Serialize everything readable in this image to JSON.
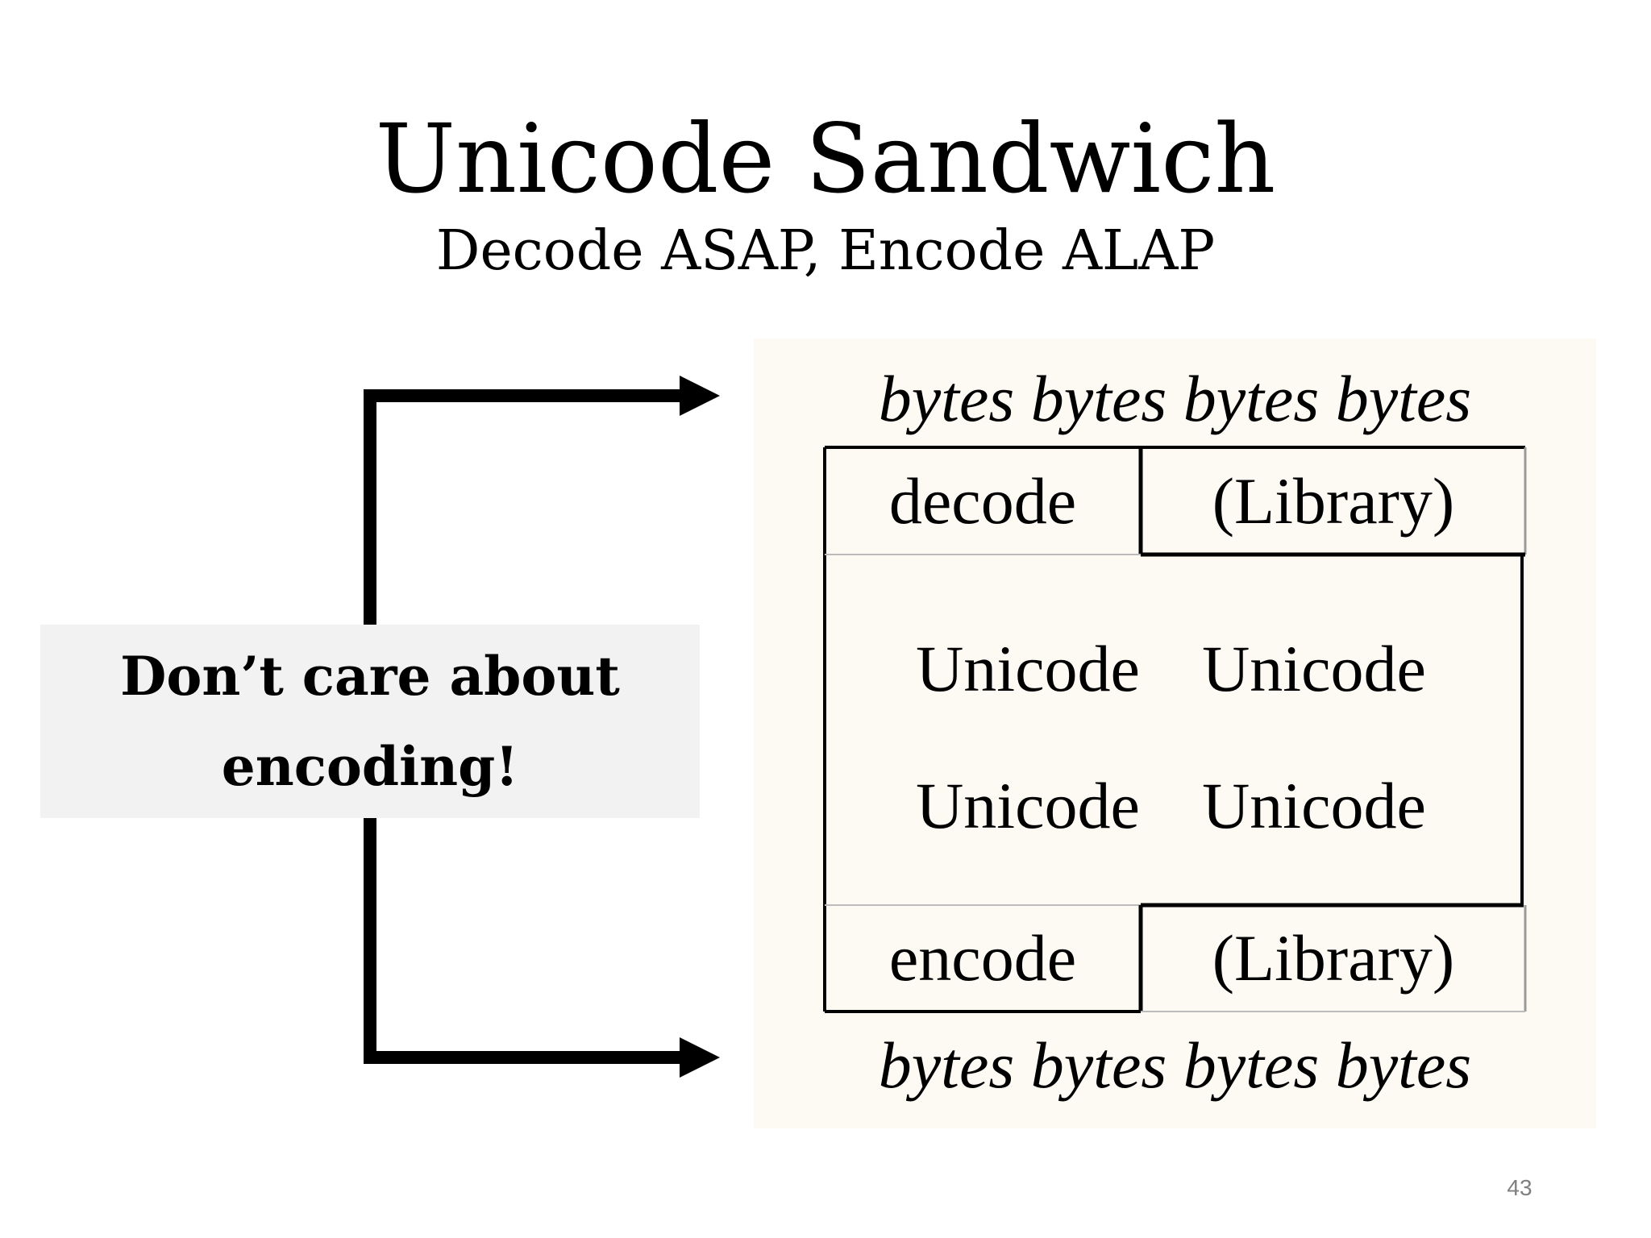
{
  "slide": {
    "title": "Unicode Sandwich",
    "subtitle": "Decode ASAP, Encode ALAP",
    "page_number": "43"
  },
  "callout": {
    "line1": "Don’t care about",
    "line2": "encoding!"
  },
  "figure": {
    "bytes_top": "bytes bytes bytes bytes",
    "bytes_bottom": "bytes bytes bytes bytes",
    "decode_label": "decode",
    "encode_label": "encode",
    "library_top": "(Library)",
    "library_bottom": "(Library)",
    "unicode_cells": [
      "Unicode",
      "Unicode",
      "Unicode",
      "Unicode"
    ]
  }
}
